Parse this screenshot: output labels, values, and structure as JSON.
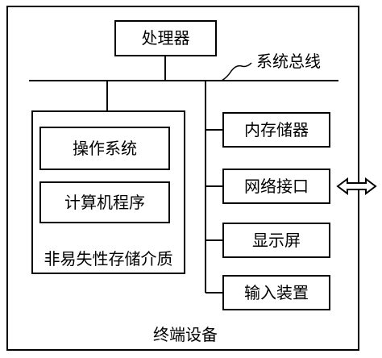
{
  "device": {
    "label": "终端设备"
  },
  "processor": {
    "label": "处理器"
  },
  "system_bus": {
    "label": "系统总线"
  },
  "nonvolatile_storage": {
    "label": "非易失性存储介质",
    "items": [
      {
        "label": "操作系统"
      },
      {
        "label": "计算机程序"
      }
    ]
  },
  "peripherals": [
    {
      "label": "内存储器"
    },
    {
      "label": "网络接口"
    },
    {
      "label": "显示屏"
    },
    {
      "label": "输入装置"
    }
  ],
  "colors": {
    "stroke": "#000000",
    "background": "#ffffff"
  },
  "icons": {
    "network_arrow": "double-headed-arrow-icon"
  }
}
